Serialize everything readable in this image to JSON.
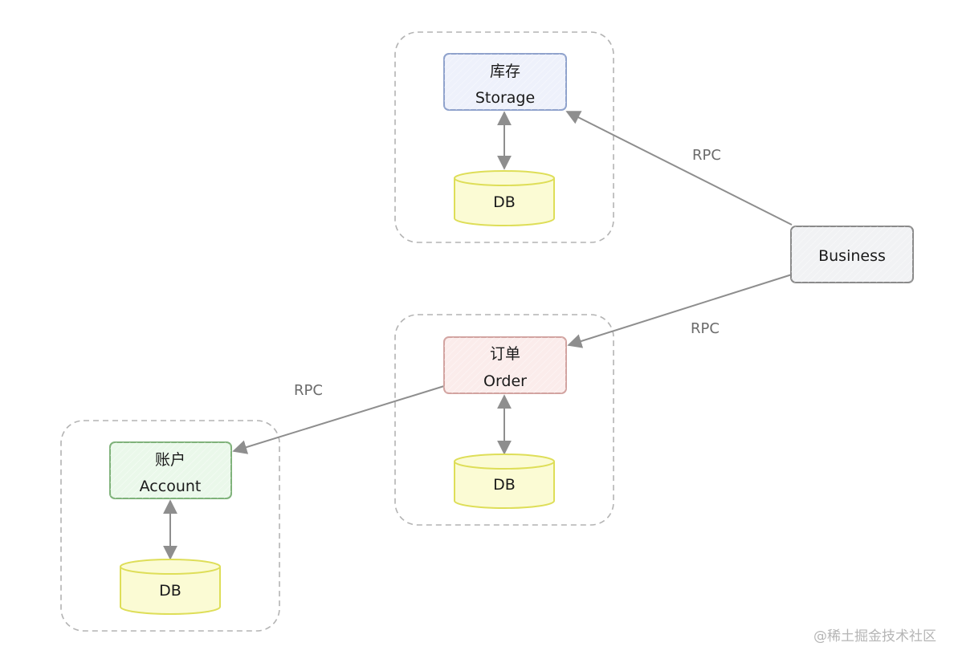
{
  "nodes": {
    "storage": {
      "label_cn": "库存",
      "label_en": "Storage",
      "fill": "#eef1fb",
      "stroke": "#8fa2cc"
    },
    "order": {
      "label_cn": "订单",
      "label_en": "Order",
      "fill": "#fbeceb",
      "stroke": "#d2a3a0"
    },
    "account": {
      "label_cn": "账户",
      "label_en": "Account",
      "fill": "#eaf8ea",
      "stroke": "#7fb27a"
    },
    "business": {
      "label_en": "Business",
      "fill": "#f1f2f4",
      "stroke": "#8a8a8a"
    }
  },
  "databases": {
    "storage_db": {
      "label": "DB"
    },
    "order_db": {
      "label": "DB"
    },
    "account_db": {
      "label": "DB"
    }
  },
  "db_style": {
    "fill": "#fbfbd4",
    "stroke": "#dede58"
  },
  "edges": {
    "business_to_storage": {
      "label": "RPC"
    },
    "business_to_order": {
      "label": "RPC"
    },
    "order_to_account": {
      "label": "RPC"
    }
  },
  "edge_color": "#8e8e8e",
  "group_border_color": "#b3b3b3",
  "watermark": "@稀土掘金技术社区"
}
